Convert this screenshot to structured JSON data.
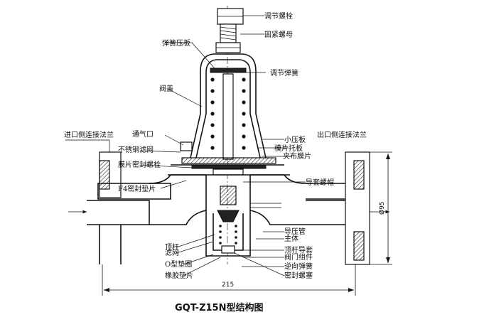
{
  "title": "GQT-Z15N型结构图",
  "dimensions": {
    "width": "215",
    "diameter": "Ø95"
  },
  "labels": {
    "adjust_bolt": "调节螺栓",
    "lock_nut": "固紧螺母",
    "spring_plate": "弹簧压板",
    "adjust_spring": "调节弹簧",
    "valve_cover": "阀盖",
    "vent": "通气口",
    "small_plate": "小压板",
    "inlet_flange": "进口侧连接法兰",
    "outlet_flange": "出口侧连接法兰",
    "diaphragm_plate": "模片托板",
    "stainless_screen": "不锈钢滤网",
    "clamp_diaphragm": "夹布膜片",
    "diaphragm_seal_bolt": "膜片密封螺栓",
    "f4_gasket": "F4密封垫片",
    "guide_cap": "导套螺帽",
    "pressure_pipe": "导压管",
    "main_body": "主体",
    "push_rod": "顶杆",
    "push_rod_guide": "顶杆导套",
    "filter": "滤网",
    "valve_assembly": "阀门组件",
    "o_ring": "O型垫圈",
    "reverse_spring": "逆向弹簧",
    "rubber_gasket": "橡胶垫片",
    "seal_plug": "密封螺塞"
  }
}
